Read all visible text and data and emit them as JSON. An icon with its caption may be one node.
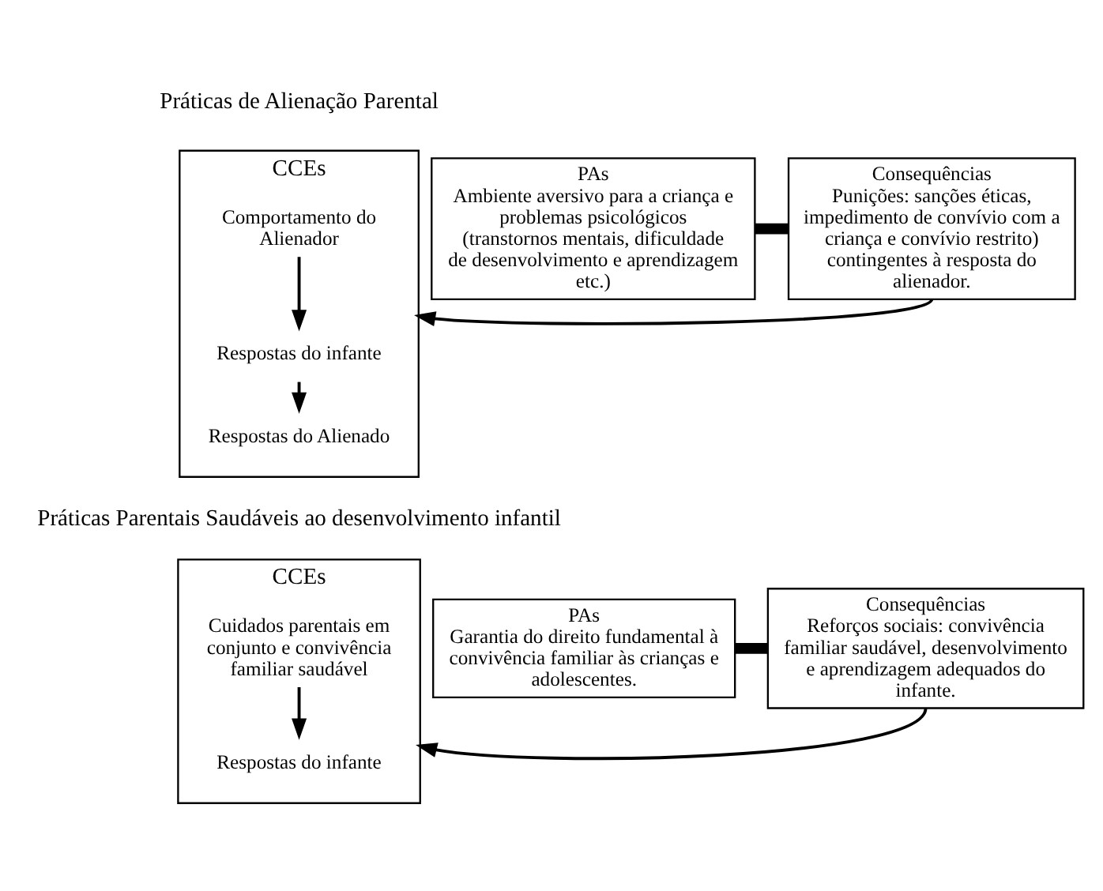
{
  "diagram": {
    "nodes": [
      {
        "text": [
          "CCEs"
        ]
      },
      {
        "text": [
          "Comportamento do Alienador"
        ],
        "in": 0
      },
      {
        "text": [
          "Respostas do infante"
        ],
        "in": 0
      },
      {
        "text": [
          "Respostas do Alienado"
        ],
        "in": 0
      },
      {
        "text": [
          "PAs",
          "Ambiente aversivo para a criança e problemas psicológicos (transtornos mentais, dificuldade de desenvolvimento e aprendizagem etc.)"
        ]
      },
      {
        "text": [
          "Consequências",
          "Punições: sanções éticas, impedimento de convívio com a criança e convívio restrito) contingentes à resposta do alienador."
        ]
      },
      {
        "text": [
          "CCEs"
        ]
      },
      {
        "text": [
          "Cuidados parentais em conjunto e convivência familiar saudável"
        ],
        "in": 6
      },
      {
        "text": [
          "Respostas do infante"
        ],
        "in": 6
      },
      {
        "text": [
          "PAs",
          "Garantia do direito fundamental à convivência familiar às crianças e adolescentes."
        ]
      },
      {
        "text": [
          "Consequências",
          "Reforços sociais: convivência familiar saudável, desenvolvimento e aprendizagem adequados do infante."
        ]
      }
    ],
    "edges": [
      {
        "from": 1,
        "to": 2,
        "arrow": "to"
      },
      {
        "from": 2,
        "to": 3,
        "arrow": "to"
      },
      {
        "from": 4,
        "to": 5,
        "arrow": "none",
        "style": "thick"
      },
      {
        "from": 5,
        "to": 0,
        "arrow": "to"
      },
      {
        "from": 7,
        "to": 8,
        "arrow": "to"
      },
      {
        "from": 9,
        "to": 10,
        "arrow": "none",
        "style": "thick"
      },
      {
        "from": 10,
        "to": 6,
        "arrow": "to"
      }
    ],
    "labels": [
      "Práticas de Alienação Parental",
      "Práticas Parentais Saudáveis ao desenvolvimento infantil"
    ]
  }
}
